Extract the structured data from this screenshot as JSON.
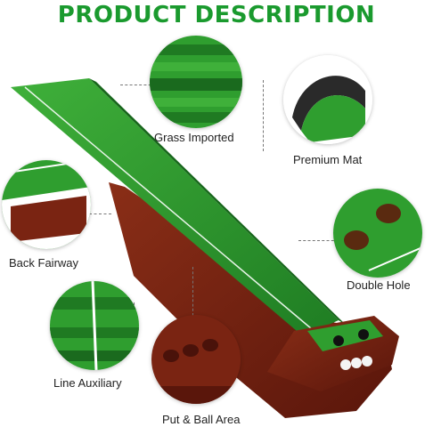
{
  "title": "PRODUCT DESCRIPTION",
  "colors": {
    "title": "#1a9a2e",
    "grass": "#2f9e2f",
    "grass_dark": "#1f7a22",
    "tray": "#6b1f10",
    "tray_light": "#8a2e17"
  },
  "features": {
    "grass_imported": "Grass Imported",
    "premium_mat": "Premium Mat",
    "back_fairway": "Back Fairway",
    "double_hole": "Double Hole",
    "line_auxiliary": "Line Auxiliary",
    "put_ball_area": "Put & Ball Area"
  }
}
